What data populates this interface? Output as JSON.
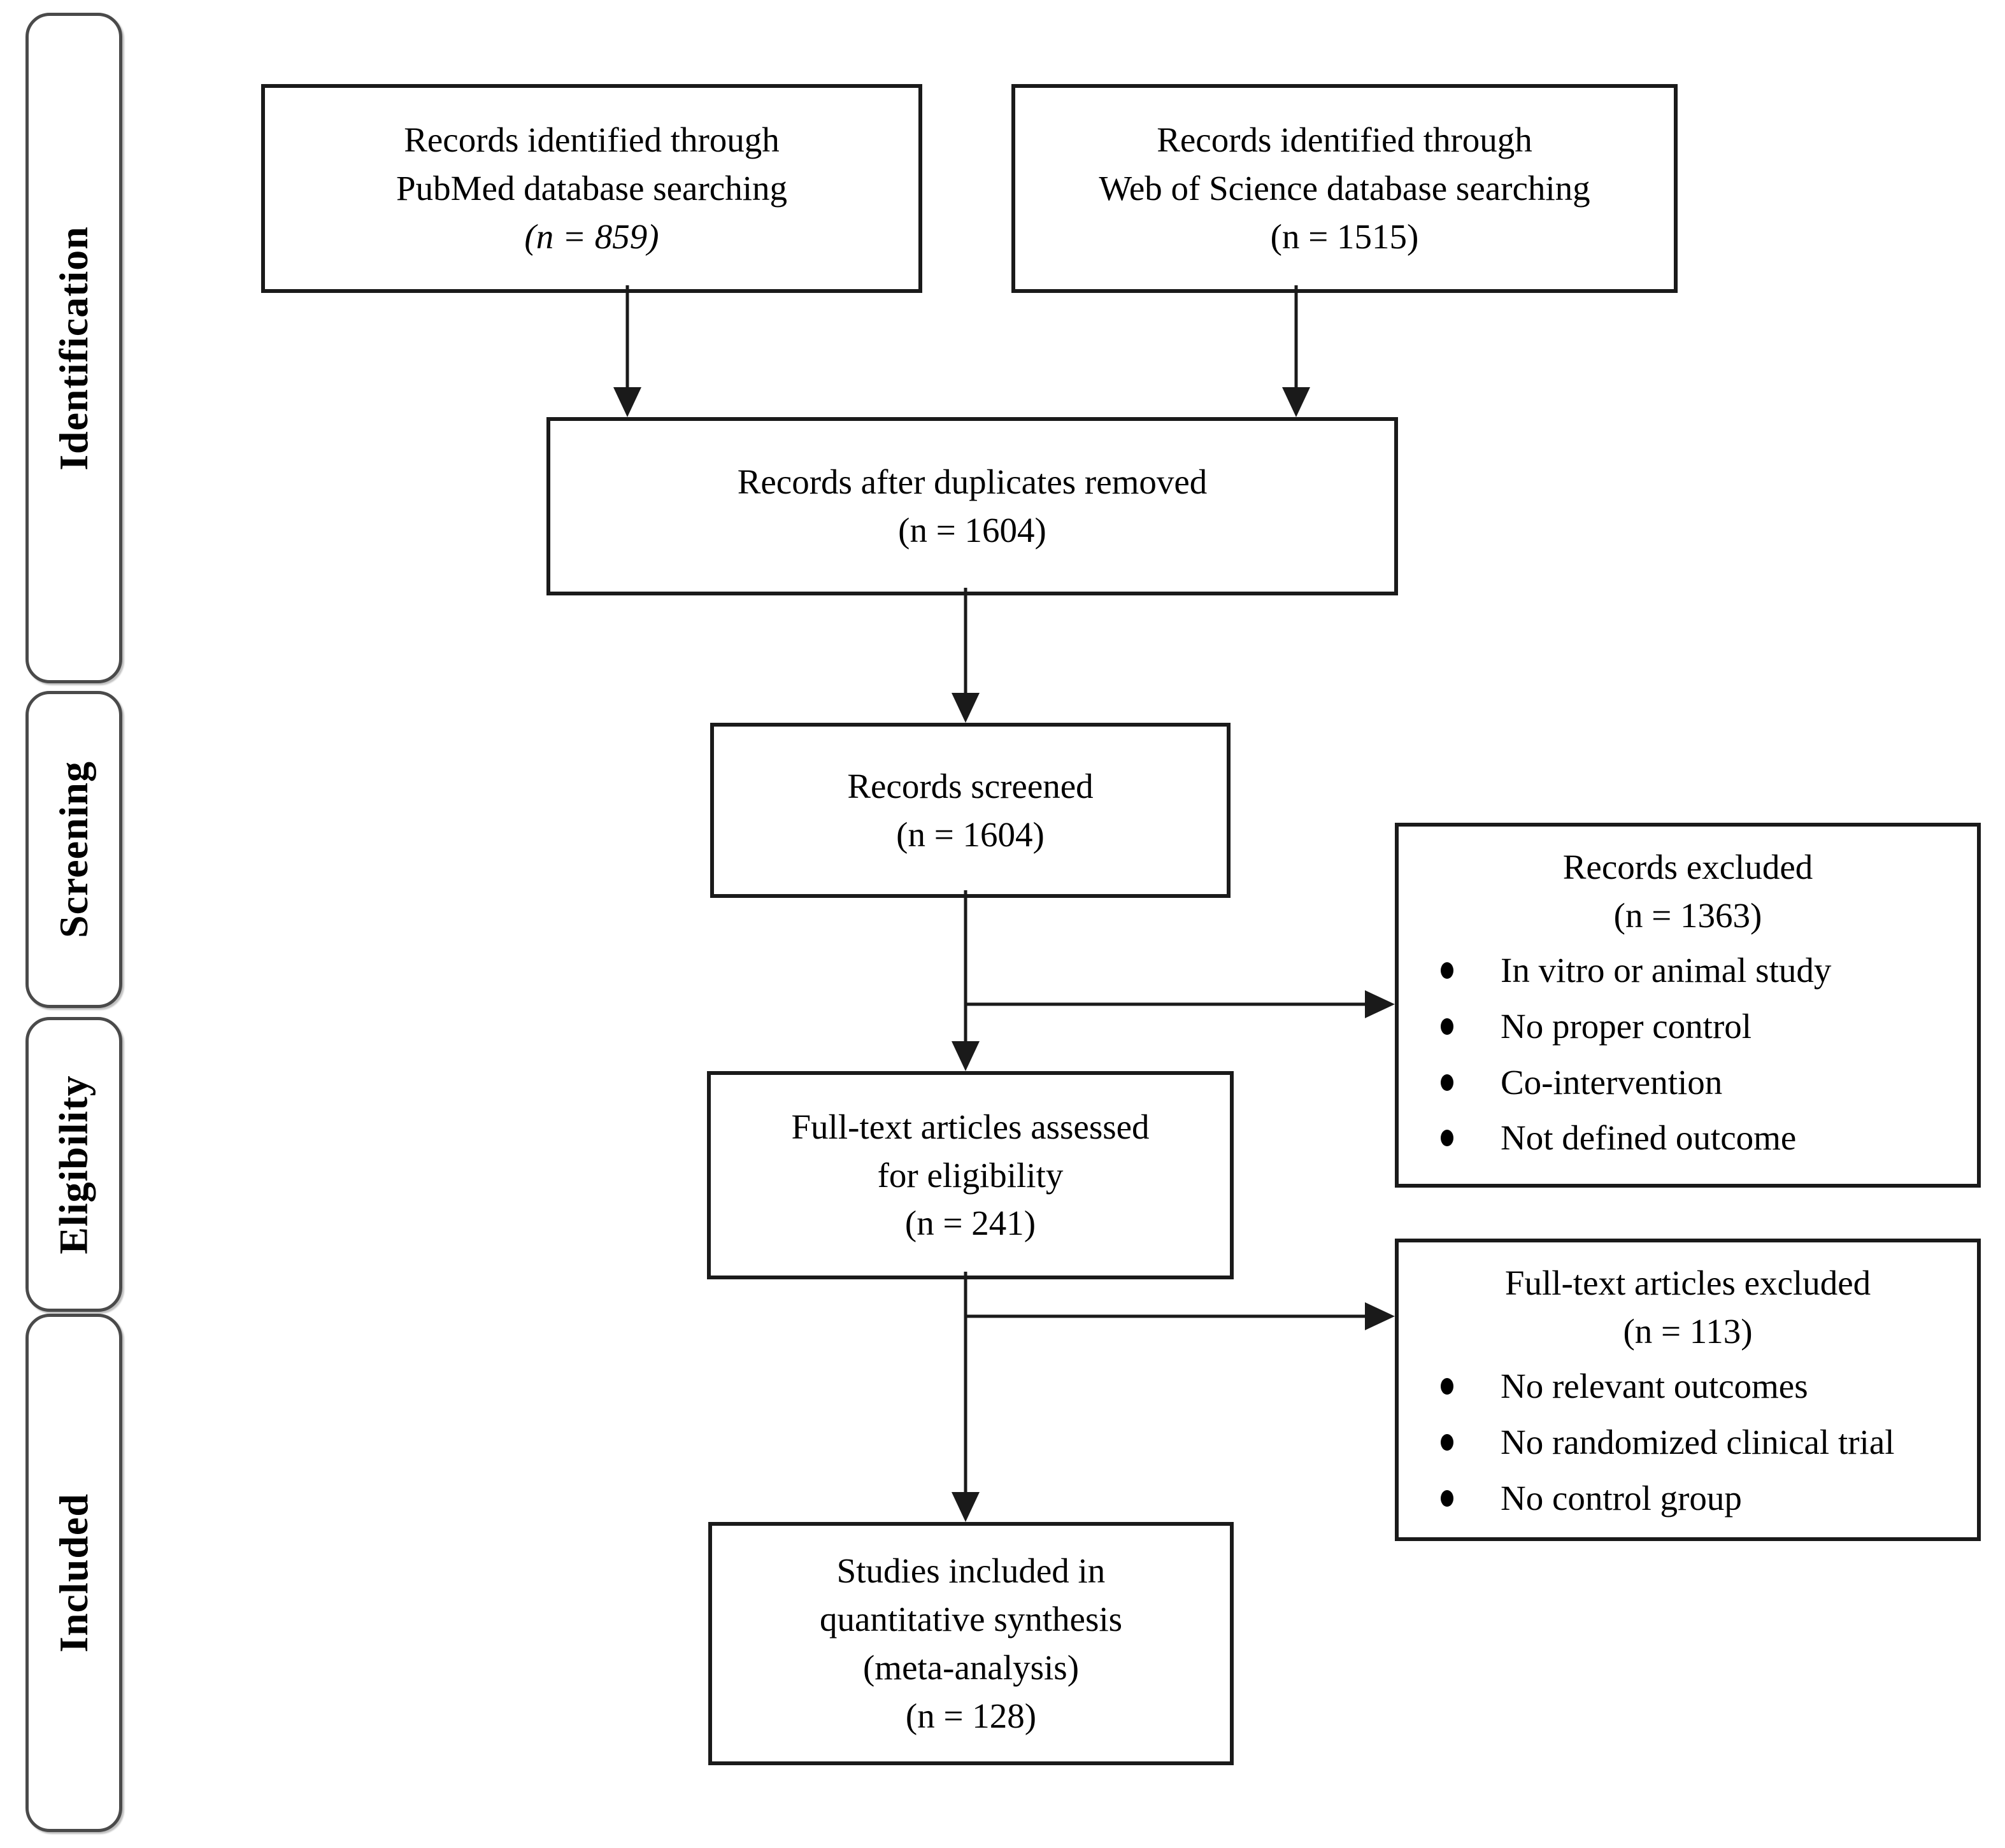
{
  "title": "PRISMA flow diagram",
  "sidebar": {
    "stages": [
      {
        "label": "Identification"
      },
      {
        "label": "Screening"
      },
      {
        "label": "Eligibility"
      },
      {
        "label": "Included"
      }
    ]
  },
  "boxes": {
    "pubmed": {
      "lines": [
        "Records identified through",
        "PubMed database searching"
      ],
      "count": "(n = 859)"
    },
    "wos": {
      "lines": [
        "Records identified through",
        "Web of Science database searching"
      ],
      "count": "(n = 1515)"
    },
    "duplicates": {
      "lines": [
        "Records after duplicates removed"
      ],
      "count": "(n = 1604)"
    },
    "screened": {
      "lines": [
        "Records screened"
      ],
      "count": "(n = 1604)"
    },
    "records_excluded": {
      "title": "Records excluded",
      "count": "(n = 1363)",
      "bullets": [
        "In vitro or animal study",
        "No proper control",
        "Co-intervention",
        "Not defined outcome"
      ]
    },
    "fulltext": {
      "lines": [
        "Full-text articles assessed",
        "for eligibility"
      ],
      "count": "(n = 241)"
    },
    "fulltext_excluded": {
      "title": "Full-text articles excluded",
      "count": "(n = 113)",
      "bullets": [
        "No relevant outcomes",
        "No randomized clinical trial",
        "No control group"
      ]
    },
    "included": {
      "lines": [
        "Studies included in",
        "quantitative synthesis",
        "(meta-analysis)"
      ],
      "count": "(n = 128)"
    }
  },
  "colors": {
    "background": "#ffffff",
    "box_border": "#1a1a1a",
    "sidebar_border": "#4a4a4a",
    "text": "#000000",
    "arrow": "#1a1a1a"
  }
}
